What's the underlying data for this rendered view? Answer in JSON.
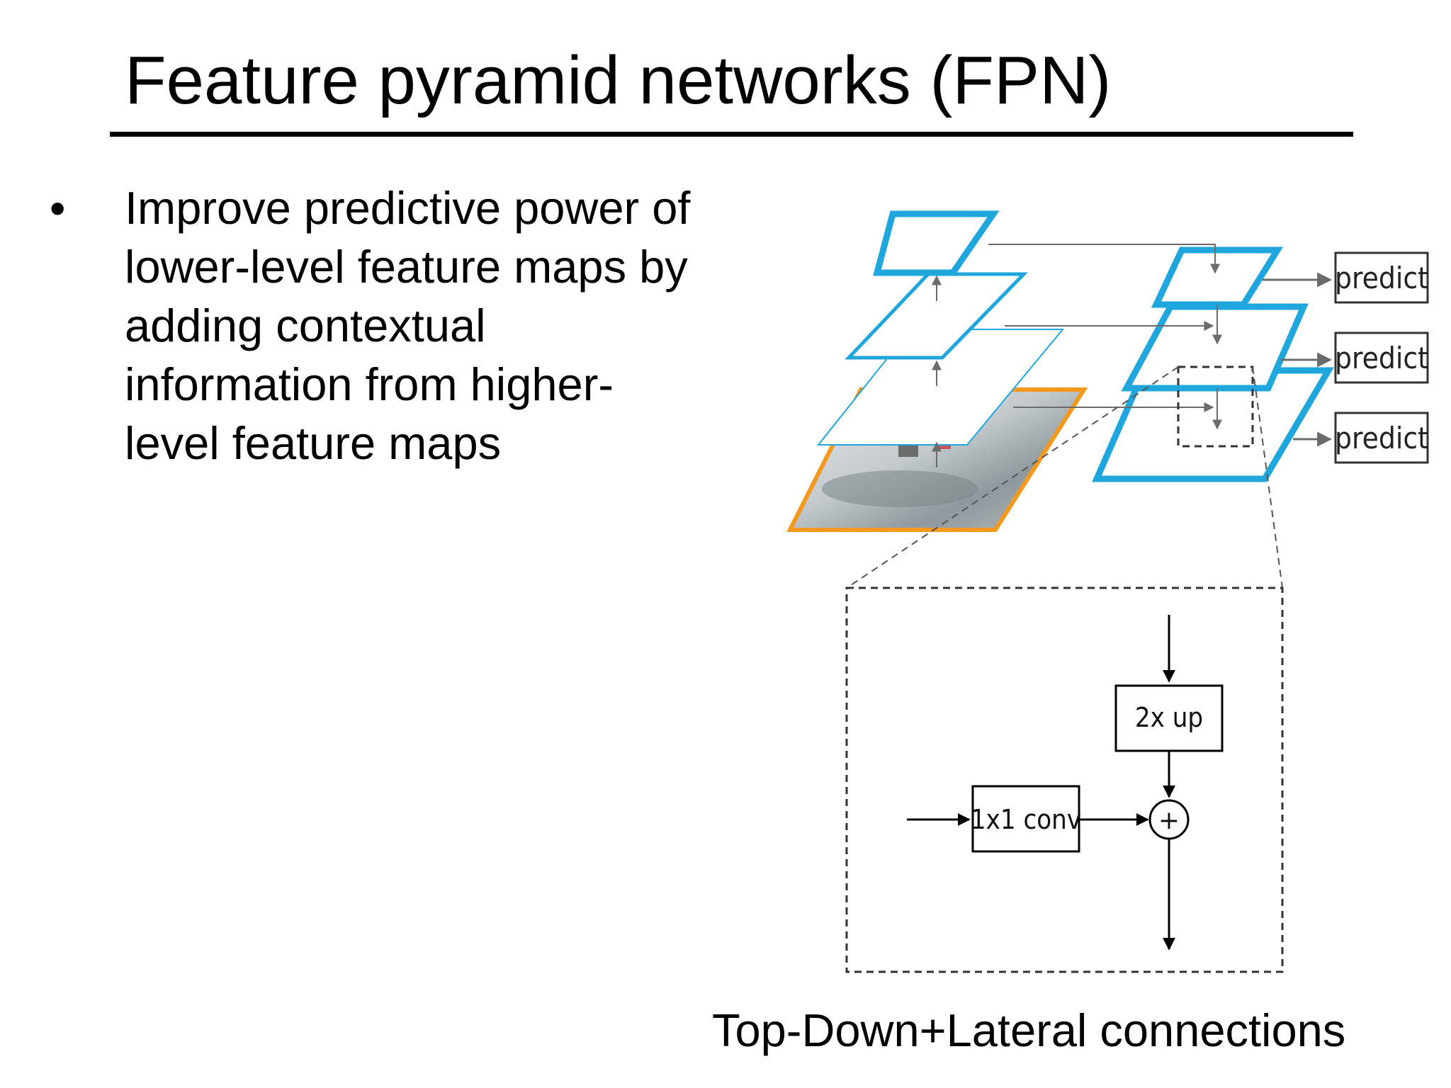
{
  "slide": {
    "title": "Feature pyramid networks (FPN)",
    "bullet": {
      "lines": [
        "Improve predictive power of",
        "lower-level feature maps by",
        "adding contextual",
        "information from higher-",
        "level feature maps"
      ]
    },
    "caption": "Top-Down+Lateral connections"
  },
  "diagram": {
    "predict_labels": [
      "predict",
      "predict",
      "predict"
    ],
    "upsample_label": "2x up",
    "conv_label": "1x1 conv",
    "add_symbol": "+",
    "colors": {
      "pyramid_blue": "#1ea6dd",
      "input_orange": "#f39a1e",
      "arrow_gray": "#6b6b6b",
      "line_black": "#000000"
    }
  }
}
